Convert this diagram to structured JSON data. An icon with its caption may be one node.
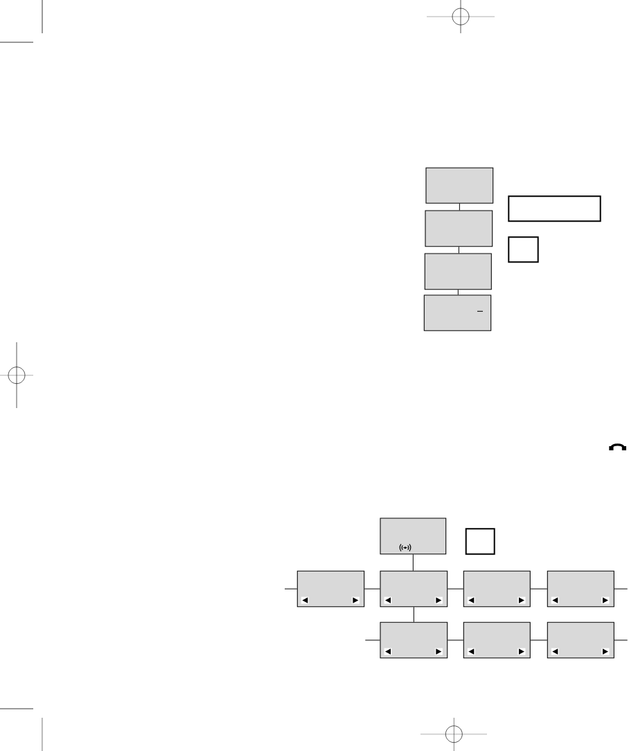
{
  "diagram": {
    "nodes": [
      {
        "text": [],
        "shape": "box"
      },
      {
        "text": [],
        "shape": "box"
      },
      {
        "text": [],
        "shape": "box"
      },
      {
        "text": [],
        "shape": "box"
      },
      {
        "text": [],
        "shape": "box"
      },
      {
        "text": [],
        "shape": "box"
      },
      {
        "text": [],
        "shape": "box"
      },
      {
        "text": [],
        "shape": "box"
      },
      {
        "text": [],
        "shape": "box"
      },
      {
        "text": [],
        "shape": "box"
      },
      {
        "text": [],
        "shape": "box"
      },
      {
        "text": [],
        "shape": "box"
      },
      {
        "text": [],
        "shape": "box"
      },
      {
        "text": [],
        "shape": "box"
      },
      {
        "text": [],
        "shape": "box"
      }
    ],
    "edges": [
      {
        "from": 0,
        "to": 1,
        "arrow": "none"
      },
      {
        "from": 1,
        "to": 2,
        "arrow": "none"
      },
      {
        "from": 2,
        "to": 3,
        "arrow": "none"
      },
      {
        "from": 6,
        "to": 9,
        "arrow": "none"
      },
      {
        "from": null,
        "to": 8,
        "arrow": "none"
      },
      {
        "from": 8,
        "to": 9,
        "arrow": "none"
      },
      {
        "from": 9,
        "to": 10,
        "arrow": "none"
      },
      {
        "from": 10,
        "to": 11,
        "arrow": "none"
      },
      {
        "from": 11,
        "to": null,
        "arrow": "none"
      },
      {
        "from": 9,
        "to": 12,
        "arrow": "none"
      },
      {
        "from": null,
        "to": 12,
        "arrow": "none"
      },
      {
        "from": 12,
        "to": 13,
        "arrow": "none"
      },
      {
        "from": 13,
        "to": 14,
        "arrow": "none"
      },
      {
        "from": 14,
        "to": null,
        "arrow": "none"
      }
    ]
  }
}
